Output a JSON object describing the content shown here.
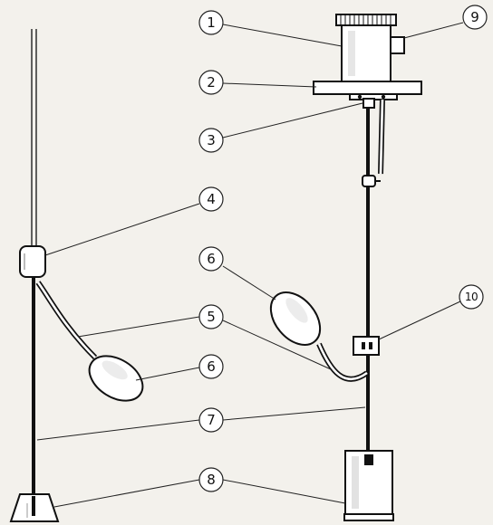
{
  "callouts": [
    {
      "id": "c1",
      "number": "1"
    },
    {
      "id": "c2",
      "number": "2"
    },
    {
      "id": "c3",
      "number": "3"
    },
    {
      "id": "c4",
      "number": "4"
    },
    {
      "id": "c5",
      "number": "5"
    },
    {
      "id": "c6a",
      "number": "6"
    },
    {
      "id": "c6b",
      "number": "6"
    },
    {
      "id": "c7",
      "number": "7"
    },
    {
      "id": "c8",
      "number": "8"
    },
    {
      "id": "c9",
      "number": "9"
    },
    {
      "id": "c10",
      "number": "10"
    }
  ],
  "colors": {
    "background": "#f3f1ec",
    "line": "#111111",
    "part_fill": "#ffffff",
    "shade": "#d7d5d0"
  }
}
